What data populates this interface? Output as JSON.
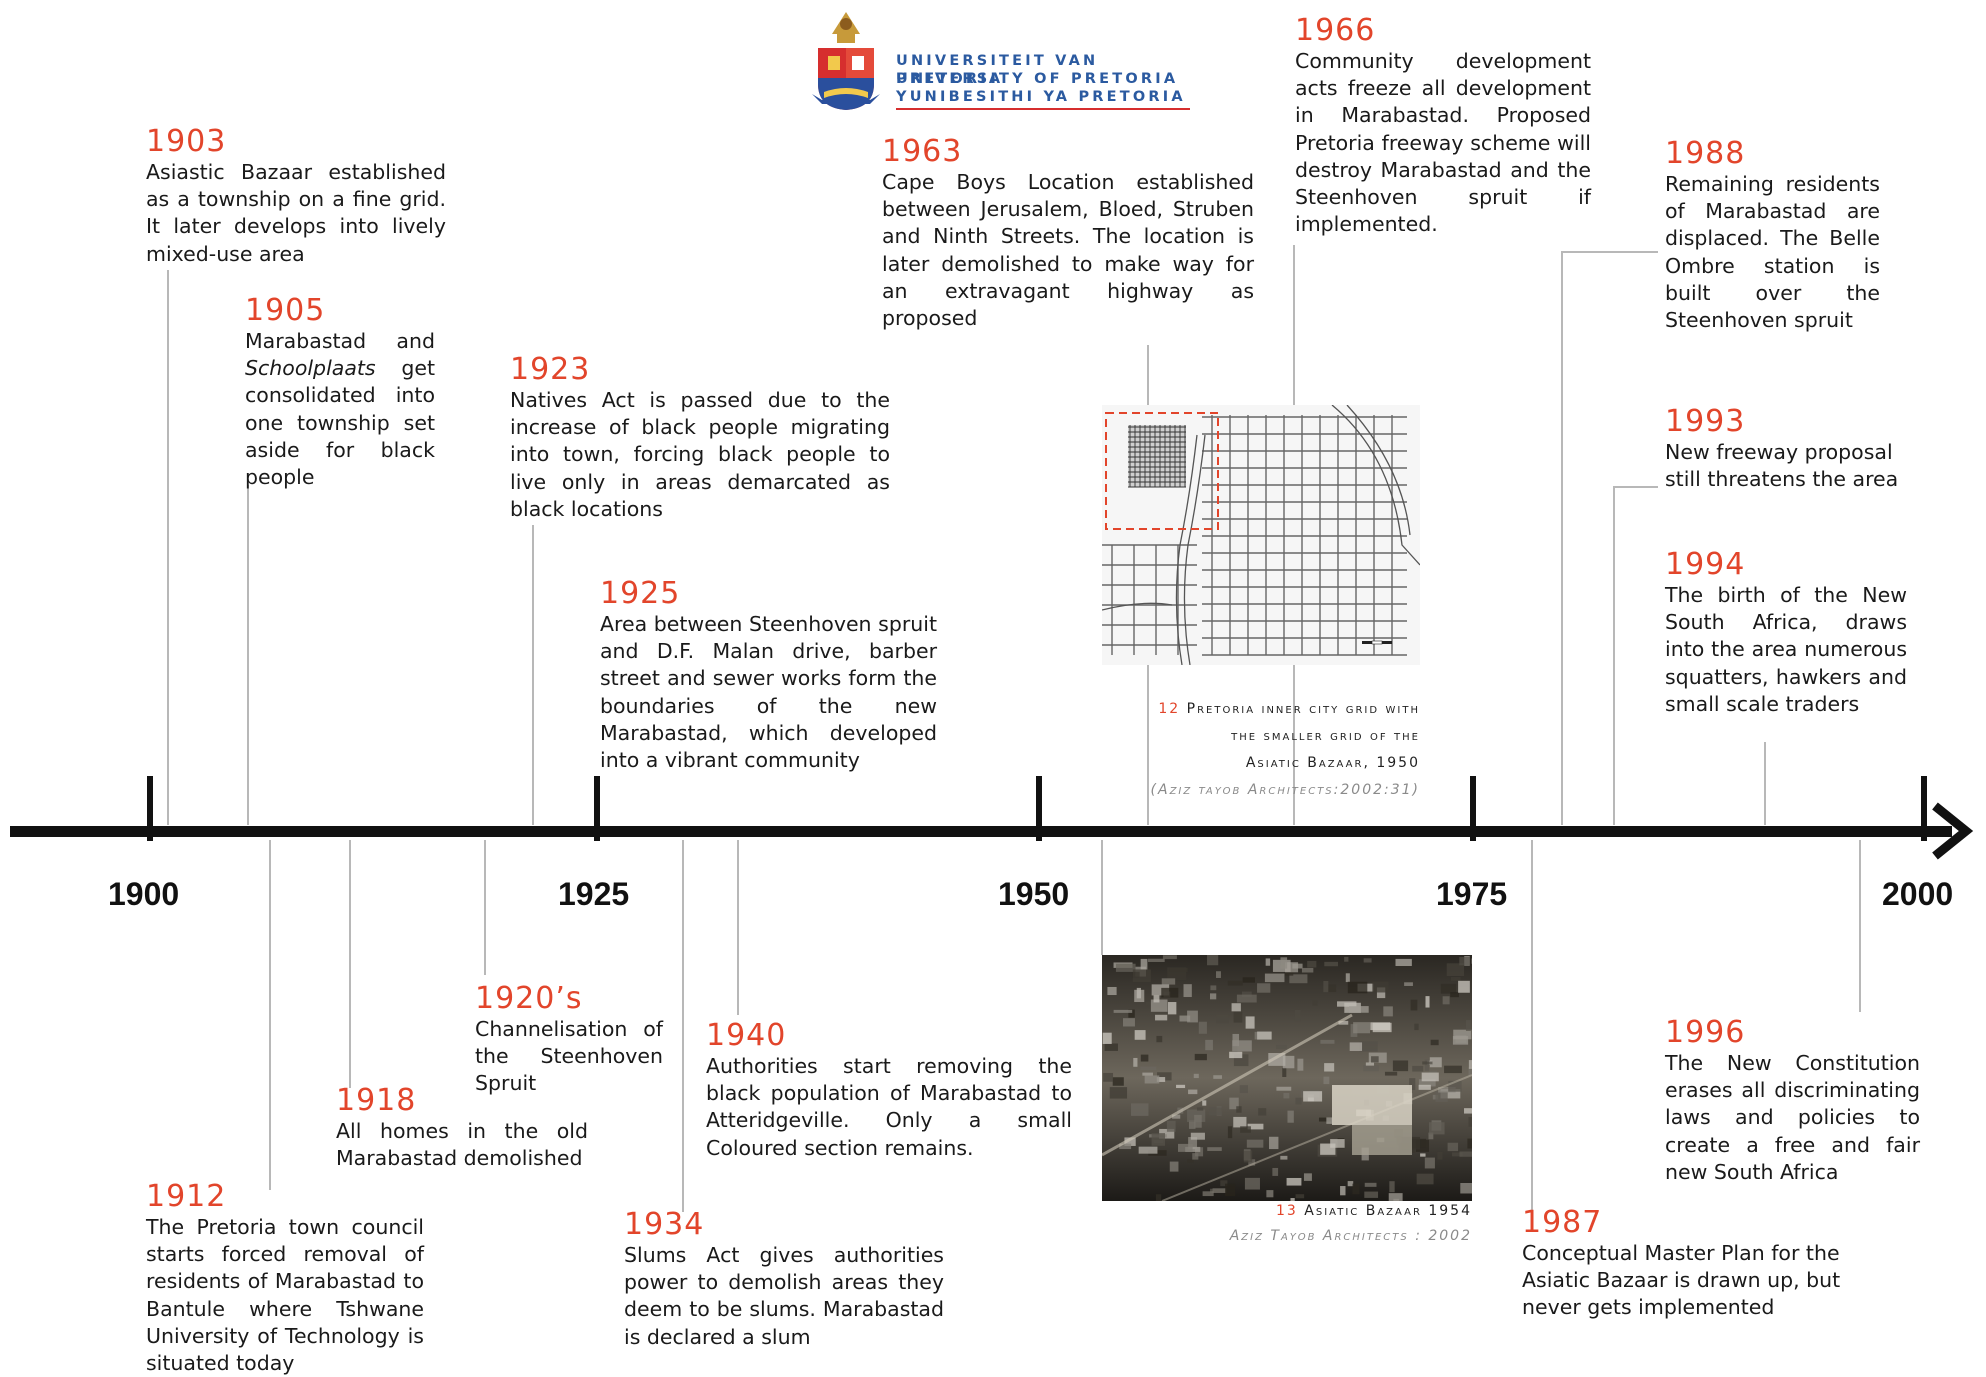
{
  "header": {
    "university_lines": [
      "UNIVERSITEIT VAN PRETORIA",
      "UNIVERSITY OF PRETORIA",
      "YUNIBESITHI YA PRETORIA"
    ]
  },
  "axis": {
    "labels": [
      "1900",
      "1925",
      "1950",
      "1975",
      "2000"
    ]
  },
  "events": {
    "e1903": {
      "year": "1903",
      "text": "Asiastic Bazaar established as a township on a fine grid. It later develops into lively mixed-use area"
    },
    "e1905": {
      "year": "1905",
      "text_html": "Marabastad and <i>Schoolplaats</i> get consolidated into one township set aside for black people"
    },
    "e1923": {
      "year": "1923",
      "text": "Natives Act is passed due to the increase of black people migrating into town, forcing black people to live only in areas demarcated as black locations"
    },
    "e1925": {
      "year": "1925",
      "text": "Area between Steenhoven spruit and D.F. Malan drive, barber street and sewer works form the boundaries of the new Marabastad, which developed into a vibrant community"
    },
    "e1963": {
      "year": "1963",
      "text": "Cape Boys Location established between Jerusalem, Bloed, Struben and Ninth Streets. The location is later demolished to make way for an extravagant highway as proposed"
    },
    "e1966": {
      "year": "1966",
      "text": "Community development acts freeze all development in Marabastad. Proposed Pretoria freeway scheme will destroy Marabastad and the Steenhoven spruit if implemented."
    },
    "e1988": {
      "year": "1988",
      "text": "Remaining residents of Marabastad are displaced. The Belle Ombre station is built over the Steenhoven spruit"
    },
    "e1993": {
      "year": "1993",
      "text": "New freeway proposal still threatens the area"
    },
    "e1994": {
      "year": "1994",
      "text": "The birth of the New South Africa, draws into the area numerous squatters, hawkers and small scale traders"
    },
    "e1920s": {
      "year": "1920’s",
      "text": "Channelisation of the Steenhoven Spruit"
    },
    "e1918": {
      "year": "1918",
      "text": "All homes in the old Marabastad demolished"
    },
    "e1912": {
      "year": "1912",
      "text": "The Pretoria town council starts forced removal of residents of Marabastad to Bantule where Tshwane University of Technology is situated today"
    },
    "e1940": {
      "year": "1940",
      "text": "Authorities start removing the black population of Marabastad to Atteridgeville. Only a small Coloured section remains."
    },
    "e1934": {
      "year": "1934",
      "text": "Slums Act gives authorities power to demolish areas they deem to be slums. Marabastad is declared a slum"
    },
    "e1996": {
      "year": "1996",
      "text": "The New Constitution erases all discriminating laws and policies to create a free and fair new South Africa"
    },
    "e1987": {
      "year": "1987",
      "text": "Conceptual Master Plan for the Asiatic Bazaar is drawn up, but never gets implemented"
    }
  },
  "figures": {
    "fig12": {
      "number": "12",
      "caption_lines": [
        "Pretoria inner city grid with",
        "the smaller grid of the",
        "Asiatic Bazaar, 1950"
      ],
      "source": "(Aziz tayob Architects:2002:31)"
    },
    "fig13": {
      "number": "13",
      "caption": "Asiatic Bazaar 1954",
      "source": "Aziz Tayob Architects : 2002"
    }
  }
}
